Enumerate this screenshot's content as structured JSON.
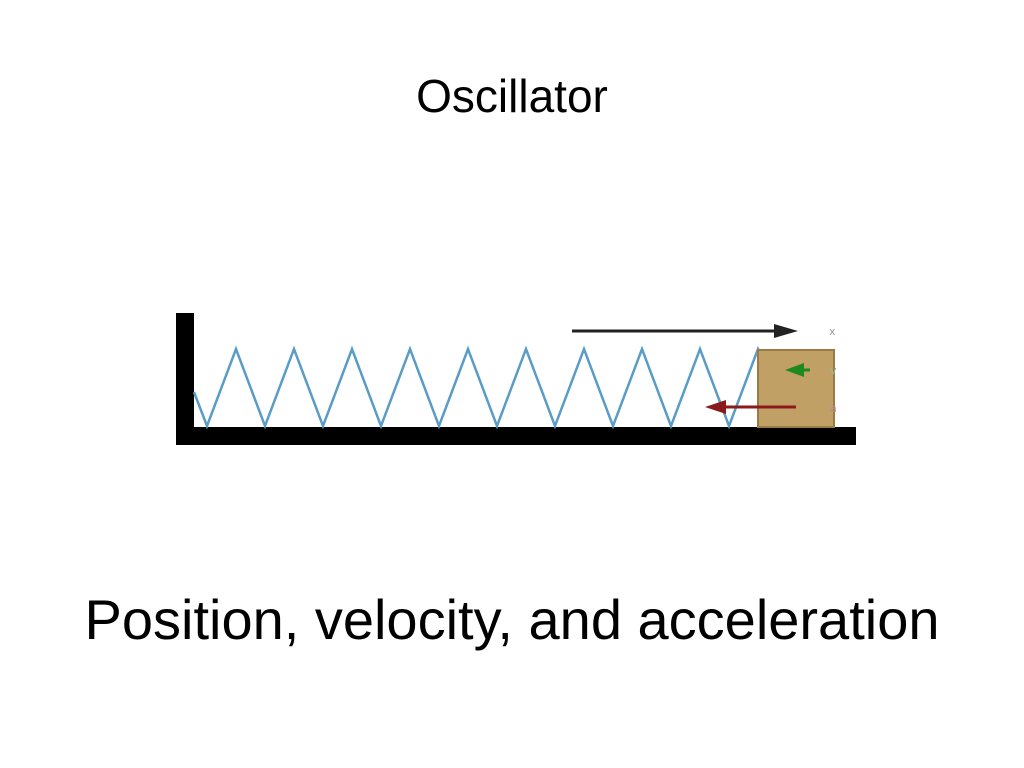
{
  "slide": {
    "title": "Oscillator",
    "subtitle": "Position, velocity, and acceleration"
  },
  "diagram": {
    "labels": {
      "position": "x",
      "velocity": "v",
      "acceleration": "a"
    },
    "colors": {
      "wall": "#000000",
      "spring": "#5a9cc6",
      "block": "#c0a065",
      "block_border": "#9a7a45",
      "position_arrow": "#222222",
      "velocity_arrow": "#1e8a1e",
      "acceleration_arrow": "#8b1a1a"
    }
  }
}
